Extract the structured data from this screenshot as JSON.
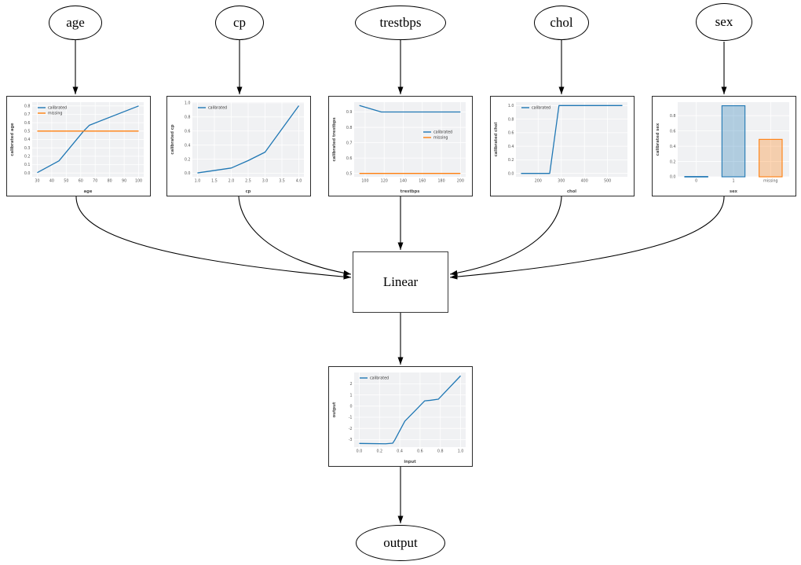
{
  "diagram": {
    "input_nodes": [
      {
        "id": "age",
        "label": "age"
      },
      {
        "id": "cp",
        "label": "cp"
      },
      {
        "id": "trestbps",
        "label": "trestbps"
      },
      {
        "id": "chol",
        "label": "chol"
      },
      {
        "id": "sex",
        "label": "sex"
      }
    ],
    "combiner_label": "Linear",
    "output_node_label": "output",
    "edges": [
      {
        "from": "age",
        "to": "age-calibrator"
      },
      {
        "from": "cp",
        "to": "cp-calibrator"
      },
      {
        "from": "trestbps",
        "to": "trestbps-calibrator"
      },
      {
        "from": "chol",
        "to": "chol-calibrator"
      },
      {
        "from": "sex",
        "to": "sex-calibrator"
      },
      {
        "from": "age-calibrator",
        "to": "Linear"
      },
      {
        "from": "cp-calibrator",
        "to": "Linear"
      },
      {
        "from": "trestbps-calibrator",
        "to": "Linear"
      },
      {
        "from": "chol-calibrator",
        "to": "Linear"
      },
      {
        "from": "sex-calibrator",
        "to": "Linear"
      },
      {
        "from": "Linear",
        "to": "output-calibrator"
      },
      {
        "from": "output-calibrator",
        "to": "output"
      }
    ]
  },
  "colors": {
    "calibrated": "#1f77b4",
    "missing": "#ff7f0e",
    "plot_background": "#f0f1f3",
    "gridline": "#ffffff",
    "tick_text": "#555555",
    "axis_label_text": "#4a4a4a",
    "edge": "#000000"
  },
  "chart_data": [
    {
      "id": "age",
      "type": "line",
      "xlabel": "age",
      "ylabel": "calibrated age",
      "xlim": [
        26.5,
        103.5
      ],
      "ylim": [
        -0.045,
        0.845
      ],
      "xtick_values": [
        30,
        40,
        50,
        60,
        70,
        80,
        90,
        100
      ],
      "xtick_labels": [
        "30",
        "40",
        "50",
        "60",
        "70",
        "80",
        "90",
        "100"
      ],
      "ytick_values": [
        0,
        0.1,
        0.2,
        0.3,
        0.4,
        0.5,
        0.6,
        0.7,
        0.8
      ],
      "ytick_labels": [
        "0.0",
        "0.1",
        "0.2",
        "0.3",
        "0.4",
        "0.5",
        "0.6",
        "0.7",
        "0.8"
      ],
      "series": [
        {
          "name": "calibrated",
          "color": "#1f77b4",
          "points": [
            [
              30,
              0.005
            ],
            [
              45,
              0.145
            ],
            [
              62,
              0.5
            ],
            [
              66,
              0.57
            ],
            [
              100,
              0.8
            ]
          ]
        },
        {
          "name": "missing",
          "color": "#ff7f0e",
          "points": [
            [
              30,
              0.5
            ],
            [
              100,
              0.5
            ]
          ]
        }
      ],
      "legend": {
        "show": true,
        "position": "top-left"
      }
    },
    {
      "id": "cp",
      "type": "line",
      "xlabel": "cp",
      "ylabel": "calibrated cp",
      "xlim": [
        0.85,
        4.15
      ],
      "ylim": [
        -0.05,
        1.01
      ],
      "xtick_values": [
        1.0,
        1.5,
        2.0,
        2.5,
        3.0,
        3.5,
        4.0
      ],
      "xtick_labels": [
        "1.0",
        "1.5",
        "2.0",
        "2.5",
        "3.0",
        "3.5",
        "4.0"
      ],
      "ytick_values": [
        0,
        0.2,
        0.4,
        0.6,
        0.8,
        1.0
      ],
      "ytick_labels": [
        "0.0",
        "0.2",
        "0.4",
        "0.6",
        "0.8",
        "1.0"
      ],
      "series": [
        {
          "name": "calibrated",
          "color": "#1f77b4",
          "points": [
            [
              1,
              0.005
            ],
            [
              1.5,
              0.04
            ],
            [
              2,
              0.075
            ],
            [
              2.5,
              0.18
            ],
            [
              3,
              0.3
            ],
            [
              4,
              0.96
            ]
          ]
        }
      ],
      "legend": {
        "show": true,
        "position": "top-left"
      }
    },
    {
      "id": "trestbps",
      "type": "line",
      "xlabel": "trestbps",
      "ylabel": "calibrated trestbps",
      "xlim": [
        88.5,
        205.5
      ],
      "ylim": [
        0.478,
        0.964
      ],
      "xtick_values": [
        100,
        120,
        140,
        160,
        180,
        200
      ],
      "xtick_labels": [
        "100",
        "120",
        "140",
        "160",
        "180",
        "200"
      ],
      "ytick_values": [
        0.5,
        0.6,
        0.7,
        0.8,
        0.9
      ],
      "ytick_labels": [
        "0.5",
        "0.6",
        "0.7",
        "0.8",
        "0.9"
      ],
      "series": [
        {
          "name": "calibrated",
          "color": "#1f77b4",
          "points": [
            [
              94,
              0.942
            ],
            [
              117,
              0.9
            ],
            [
              200,
              0.9
            ]
          ]
        },
        {
          "name": "missing",
          "color": "#ff7f0e",
          "points": [
            [
              94,
              0.5
            ],
            [
              200,
              0.5
            ]
          ]
        }
      ],
      "legend": {
        "show": true,
        "position": "right-center"
      }
    },
    {
      "id": "chol",
      "type": "line",
      "xlabel": "chol",
      "ylabel": "calibrated chol",
      "xlim": [
        104,
        586
      ],
      "ylim": [
        -0.05,
        1.05
      ],
      "xtick_values": [
        200,
        300,
        400,
        500
      ],
      "xtick_labels": [
        "200",
        "300",
        "400",
        "500"
      ],
      "ytick_values": [
        0,
        0.2,
        0.4,
        0.6,
        0.8,
        1.0
      ],
      "ytick_labels": [
        "0.0",
        "0.2",
        "0.4",
        "0.6",
        "0.8",
        "1.0"
      ],
      "series": [
        {
          "name": "calibrated",
          "color": "#1f77b4",
          "points": [
            [
              126,
              0.0
            ],
            [
              250,
              0.0
            ],
            [
              290,
              1.0
            ],
            [
              564,
              1.0
            ]
          ]
        }
      ],
      "legend": {
        "show": true,
        "position": "top-left"
      }
    },
    {
      "id": "sex",
      "type": "bar",
      "xlabel": "sex",
      "ylabel": "calibrated sex",
      "categories": [
        "0",
        "1",
        "missing"
      ],
      "values": [
        0.004,
        0.93,
        0.49
      ],
      "bar_colors": [
        "#1f77b4",
        "#1f77b4",
        "#ff7f0e"
      ],
      "ylim": [
        0,
        0.977
      ],
      "ytick_values": [
        0,
        0.2,
        0.4,
        0.6,
        0.8
      ],
      "ytick_labels": [
        "0.0",
        "0.2",
        "0.4",
        "0.6",
        "0.8"
      ],
      "legend": {
        "show": false
      }
    },
    {
      "id": "output",
      "type": "line",
      "xlabel": "input",
      "ylabel": "output",
      "xlim": [
        -0.05,
        1.05
      ],
      "ylim": [
        -3.68,
        3.02
      ],
      "xtick_values": [
        0,
        0.2,
        0.4,
        0.6,
        0.8,
        1.0
      ],
      "xtick_labels": [
        "0.0",
        "0.2",
        "0.4",
        "0.6",
        "0.8",
        "1.0"
      ],
      "ytick_values": [
        -3,
        -2,
        -1,
        0,
        1,
        2
      ],
      "ytick_labels": [
        "-3",
        "-2",
        "-1",
        "0",
        "1",
        "2"
      ],
      "series": [
        {
          "name": "calibrated",
          "color": "#1f77b4",
          "points": [
            [
              0,
              -3.35
            ],
            [
              0.26,
              -3.38
            ],
            [
              0.33,
              -3.33
            ],
            [
              0.35,
              -3.05
            ],
            [
              0.45,
              -1.35
            ],
            [
              0.55,
              -0.42
            ],
            [
              0.645,
              0.47
            ],
            [
              0.7,
              0.52
            ],
            [
              0.78,
              0.62
            ],
            [
              1.0,
              2.72
            ]
          ]
        }
      ],
      "legend": {
        "show": true,
        "position": "top-left"
      }
    }
  ]
}
